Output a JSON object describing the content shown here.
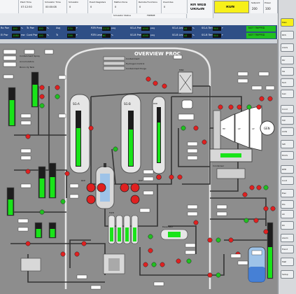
{
  "header": {
    "logo_label": "",
    "columns": [
      {
        "label": "Plant Time",
        "value": "07:12:50"
      },
      {
        "label": "Simulator Time",
        "value": "00:00:08"
      },
      {
        "label": "Simulator",
        "value": "0"
      },
      {
        "label": "Event Registers",
        "value": "0"
      },
      {
        "label": "Malfunctions",
        "value": "0"
      },
      {
        "label": "Remote Functions",
        "value": "0"
      },
      {
        "label": "Overrides",
        "value": "0"
      }
    ],
    "mode_label": "Simulator Status",
    "mode_value": "FREEZE",
    "title_line1": "RH WEB",
    "title_line2": "ORIGIN",
    "run_status": "RUN",
    "center_label": "Setpoint",
    "center_value": "200",
    "power_label": "Power",
    "power_value": "100"
  },
  "param_rows": [
    [
      {
        "label": "Rx Pwr",
        "value": "100",
        "unit": "%"
      },
      {
        "label": "Tc Pwr",
        "value": "100",
        "unit": "%"
      },
      {
        "label": "Avg",
        "value": "574",
        "unit": "F"
      },
      {
        "label": "PZR Press",
        "value": "2235",
        "unit": "psig"
      },
      {
        "label": "SG-A Press",
        "value": "1000",
        "unit": "psig"
      },
      {
        "label": "SG-A Level",
        "value": "44",
        "unit": "%"
      },
      {
        "label": "SG-A Temp",
        "value": "544",
        "unit": "F"
      }
    ],
    [
      {
        "label": "El Pwr",
        "value": "1080",
        "unit": "MW"
      },
      {
        "label": "Cont Pwr",
        "value": "100",
        "unit": "%"
      },
      {
        "label": "Tc",
        "value": "556",
        "unit": "F"
      },
      {
        "label": "PZR Level",
        "value": "60",
        "unit": "%"
      },
      {
        "label": "SG-B Press",
        "value": "1000",
        "unit": "psig"
      },
      {
        "label": "SG-B Level",
        "value": "44",
        "unit": "%"
      },
      {
        "label": "SG-B Temp",
        "value": "544",
        "unit": "F"
      }
    ]
  ],
  "alarm_tags": [
    "NOT TRIPPED",
    "NOT TRIPPED"
  ],
  "status_line": "",
  "right_buttons": [
    "Main",
    "RCS",
    "CVCS",
    "Pzr",
    "SG",
    "Turb",
    "Gen",
    "Cond",
    "FW",
    "CCW",
    "SW",
    "ECCS",
    "RHR",
    "Cont",
    "Elec",
    "DG",
    "AC",
    "DC",
    "Alarm",
    "Trend",
    "Malf",
    "Setup"
  ],
  "mimic": {
    "title": "OVERVIEW PROC",
    "left_labels": [
      "Containment Spray",
      "Accumulators",
      "Boron Inj Tank"
    ],
    "vessel_labels": [
      "SG-A",
      "SG-B",
      "RCP",
      "PZR",
      "RCP"
    ],
    "turbine_labels": [
      "HP",
      "LP",
      "LP",
      "GEN"
    ],
    "misc_labels": [
      "Containment",
      "Hydrogen Control",
      "Containment Purge",
      "MSR",
      "Condenser",
      "FWH",
      "Deaerator"
    ]
  },
  "colors": {
    "header_bar": "#2f4f86",
    "value_green": "#19e419",
    "run_yellow": "#f7f01a",
    "valve_red": "#e02020",
    "valve_green": "#20c020",
    "pipe_dark": "#333333",
    "vessel_blue": "#9ec3e8"
  }
}
